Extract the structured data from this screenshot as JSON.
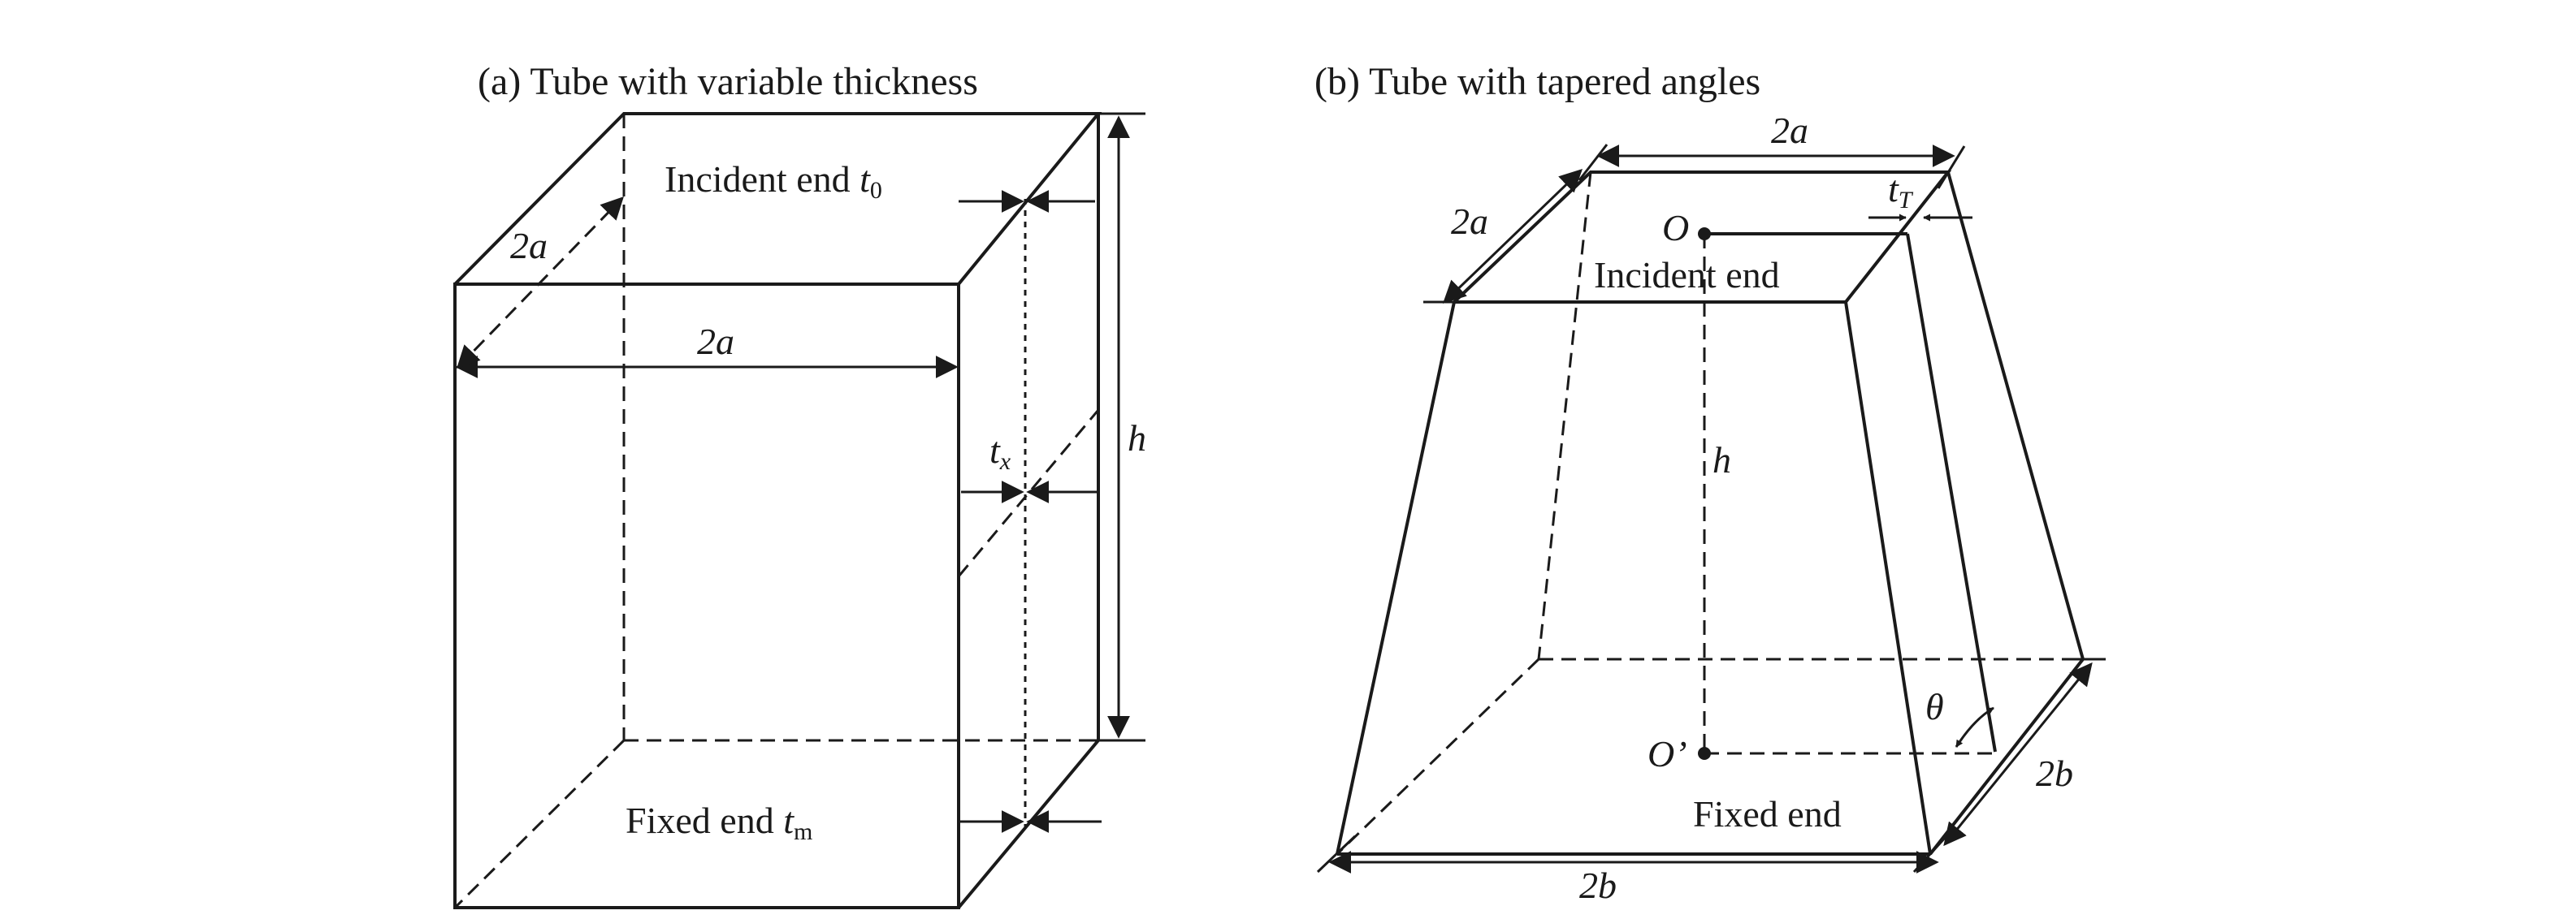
{
  "panel_a": {
    "caption": "(a) Tube with variable thickness",
    "incident_end": "Incident end ",
    "incident_var": "t",
    "incident_sub": "0",
    "fixed_end": "Fixed end ",
    "fixed_var": "t",
    "fixed_sub": "m",
    "depth_label": "2a",
    "width_label": "2a",
    "height_label": "h",
    "mid_var": "t",
    "mid_sub": "x"
  },
  "panel_b": {
    "caption": "(b) Tube with tapered angles",
    "top_width": "2a",
    "top_depth": "2a",
    "center_top": "O",
    "thickness_var": "t",
    "thickness_sub": "T",
    "incident_end": "Incident end",
    "height_label": "h",
    "angle_label": "θ",
    "center_bottom": "O’",
    "fixed_end": "Fixed end",
    "bottom_depth": "2b",
    "bottom_width": "2b"
  }
}
